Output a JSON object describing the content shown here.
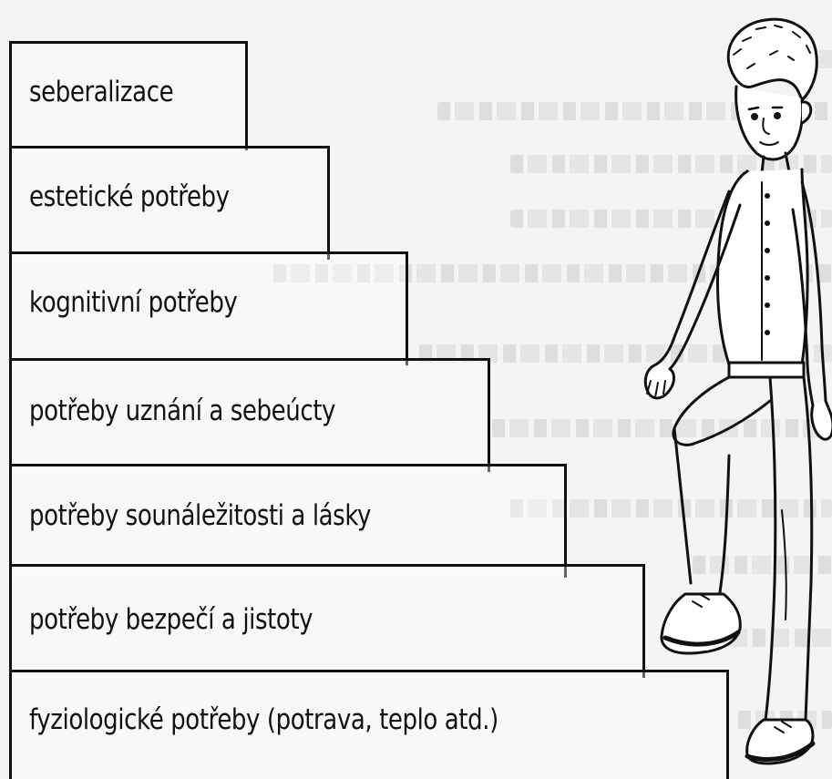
{
  "diagram": {
    "steps": [
      {
        "label": "seberalizace"
      },
      {
        "label": "estetické potřeby"
      },
      {
        "label": "kognitivní potřeby"
      },
      {
        "label": "potřeby uznání a sebeúcty"
      },
      {
        "label": "potřeby sounáležitosti a lásky"
      },
      {
        "label": "potřeby bezpečí a jistoty"
      },
      {
        "label": "fyziologické potřeby (potrava, teplo atd.)"
      }
    ],
    "figure_icon": "boy-climbing-stairs-icon"
  }
}
